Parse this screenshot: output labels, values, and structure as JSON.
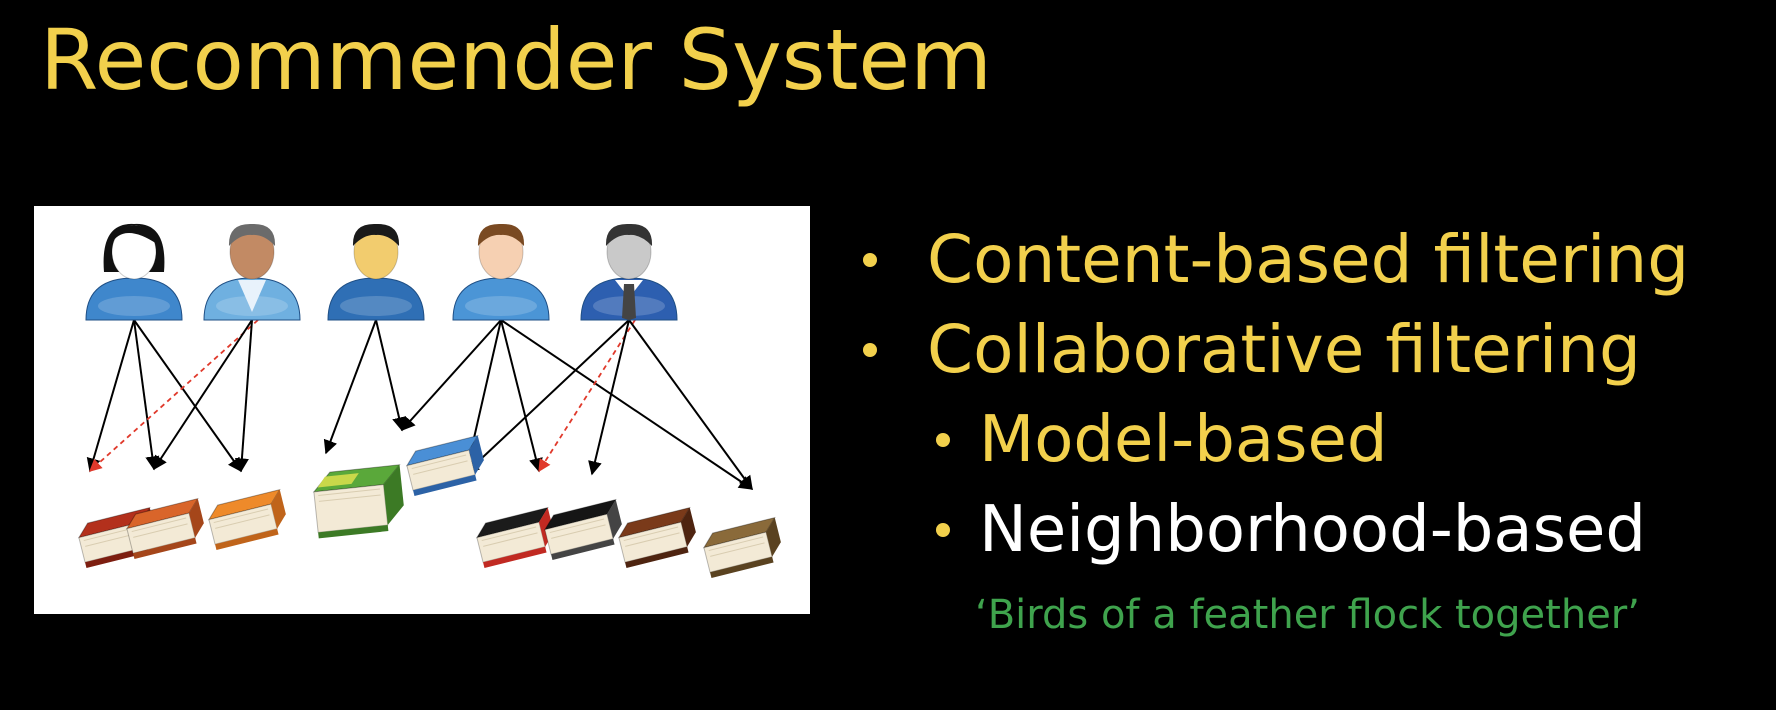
{
  "slide": {
    "title": "Recommender System",
    "bullets": [
      {
        "text": "Content-based filtering",
        "level": 1,
        "color": "#f2d04c",
        "dot": "#f2d04c"
      },
      {
        "text": "Collaborative filtering",
        "level": 1,
        "color": "#f2d04c",
        "dot": "#f2d04c"
      },
      {
        "text": "Model-based",
        "level": 2,
        "color": "#f2d04c",
        "dot": "#f2d04c"
      },
      {
        "text": "Neighborhood-based",
        "level": 2,
        "color": "#ffffff",
        "dot": "#f2d04c"
      }
    ],
    "proverb": "‘Birds of a feather flock together’"
  },
  "colors": {
    "background": "#000000",
    "title": "#f2d04c",
    "accent": "#f2d04c",
    "proverb": "#3fa34d",
    "recommendation_arrow": "#e0392b",
    "interaction_arrow": "#000000"
  },
  "figure": {
    "users": [
      {
        "id": "u1",
        "name": "woman-dark-hair",
        "skin": "#ffffff",
        "hair": "#111111",
        "shirt": "#3f87cc",
        "collar": "none"
      },
      {
        "id": "u2",
        "name": "man-brown-skin",
        "skin": "#c28a64",
        "hair": "#6b6b6b",
        "shirt": "#6fb0e0",
        "collar": "shirt"
      },
      {
        "id": "u3",
        "name": "man-yellow-skin",
        "skin": "#f2cc6e",
        "hair": "#1a1a1a",
        "shirt": "#2f6fb5",
        "collar": "none"
      },
      {
        "id": "u4",
        "name": "man-brown-hair",
        "skin": "#f6d0b2",
        "hair": "#7a4a22",
        "shirt": "#4b95d6",
        "collar": "none"
      },
      {
        "id": "u5",
        "name": "man-suit",
        "skin": "#c9c9c9",
        "hair": "#333333",
        "shirt": "#2d5fb0",
        "collar": "tie"
      }
    ],
    "books": [
      {
        "id": "b1",
        "name": "red-book",
        "cover": "#b3301c",
        "spine": "#7d1e10"
      },
      {
        "id": "b2",
        "name": "orange-book",
        "cover": "#d9652a",
        "spine": "#a5461a"
      },
      {
        "id": "b3",
        "name": "orange-book-2",
        "cover": "#ee8a2a",
        "spine": "#c0641a"
      },
      {
        "id": "b4",
        "name": "green-book",
        "cover": "#5aa83a",
        "spine": "#3c7a25"
      },
      {
        "id": "b5",
        "name": "blue-book",
        "cover": "#4a8fd6",
        "spine": "#2c62a6"
      },
      {
        "id": "b6",
        "name": "black-red-book",
        "cover": "#1b1b1b",
        "spine": "#c12a22"
      },
      {
        "id": "b7",
        "name": "black-book",
        "cover": "#151515",
        "spine": "#444444"
      },
      {
        "id": "b8",
        "name": "brown-book",
        "cover": "#7a3a1a",
        "spine": "#4e2410"
      },
      {
        "id": "b9",
        "name": "old-brown-book",
        "cover": "#8a6a3a",
        "spine": "#5a4220"
      }
    ],
    "edges": [
      {
        "from": "u1",
        "to": "b1",
        "kind": "interaction"
      },
      {
        "from": "u1",
        "to": "b2",
        "kind": "interaction"
      },
      {
        "from": "u1",
        "to": "b3",
        "kind": "interaction"
      },
      {
        "from": "u2",
        "to": "b1",
        "kind": "recommendation"
      },
      {
        "from": "u2",
        "to": "b2",
        "kind": "interaction"
      },
      {
        "from": "u2",
        "to": "b3",
        "kind": "interaction"
      },
      {
        "from": "u3",
        "to": "b4",
        "kind": "interaction"
      },
      {
        "from": "u3",
        "to": "b5",
        "kind": "interaction"
      },
      {
        "from": "u4",
        "to": "b5",
        "kind": "interaction"
      },
      {
        "from": "u4",
        "to": "b6",
        "kind": "interaction"
      },
      {
        "from": "u4",
        "to": "b7",
        "kind": "interaction"
      },
      {
        "from": "u4",
        "to": "b9",
        "kind": "interaction"
      },
      {
        "from": "u5",
        "to": "b6",
        "kind": "interaction"
      },
      {
        "from": "u5",
        "to": "b7",
        "kind": "recommendation"
      },
      {
        "from": "u5",
        "to": "b8",
        "kind": "interaction"
      },
      {
        "from": "u5",
        "to": "b9",
        "kind": "interaction"
      }
    ]
  }
}
